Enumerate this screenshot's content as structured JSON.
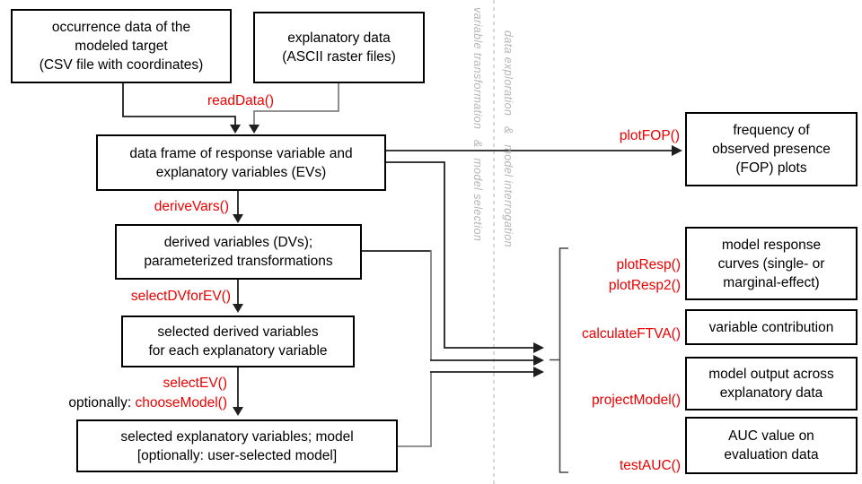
{
  "diagram": {
    "boxes": {
      "occurrence": {
        "lines": [
          "occurrence data of the",
          "modeled target",
          "(CSV file with coordinates)"
        ]
      },
      "explanatory": {
        "lines": [
          "explanatory data",
          "(ASCII raster files)"
        ]
      },
      "dataframe": {
        "lines": [
          "data frame of response variable and",
          "explanatory variables (EVs)"
        ]
      },
      "derived": {
        "lines": [
          "derived variables (DVs);",
          "parameterized transformations"
        ]
      },
      "selected_dv": {
        "lines": [
          "selected derived variables",
          "for each explanatory variable"
        ]
      },
      "selected_ev": {
        "lines": [
          "selected explanatory variables; model",
          "[optionally: user-selected model]"
        ]
      },
      "fop": {
        "lines": [
          "frequency of",
          "observed presence",
          "(FOP) plots"
        ]
      },
      "response": {
        "lines": [
          "model response",
          "curves (single- or",
          "marginal-effect)"
        ]
      },
      "contribution": {
        "lines": [
          "variable contribution"
        ]
      },
      "output": {
        "lines": [
          "model output across",
          "explanatory data"
        ]
      },
      "auc": {
        "lines": [
          "AUC value on",
          "evaluation data"
        ]
      }
    },
    "functions": {
      "read_data": "readData()",
      "derive_vars": "deriveVars()",
      "select_dv_for_ev": "selectDVforEV()",
      "select_ev": "selectEV()",
      "choose_model_prefix": "optionally: ",
      "choose_model": "chooseModel()",
      "plot_fop": "plotFOP()",
      "plot_resp": "plotResp()",
      "plot_resp2": "plotResp2()",
      "calculate_ftva": "calculateFTVA()",
      "project_model": "projectModel()",
      "test_auc": "testAUC()"
    },
    "phase_labels": {
      "left": "variable transformation   &   model selection",
      "right": "data exploration   &   model interrogation"
    },
    "colors": {
      "function_red": "#ee0000",
      "box_border": "#000000",
      "connector_dark": "#1f1f1f",
      "connector_gray": "#828282",
      "phase_gray": "#b5b5b5",
      "divider_gray": "#c0c0c0"
    }
  }
}
